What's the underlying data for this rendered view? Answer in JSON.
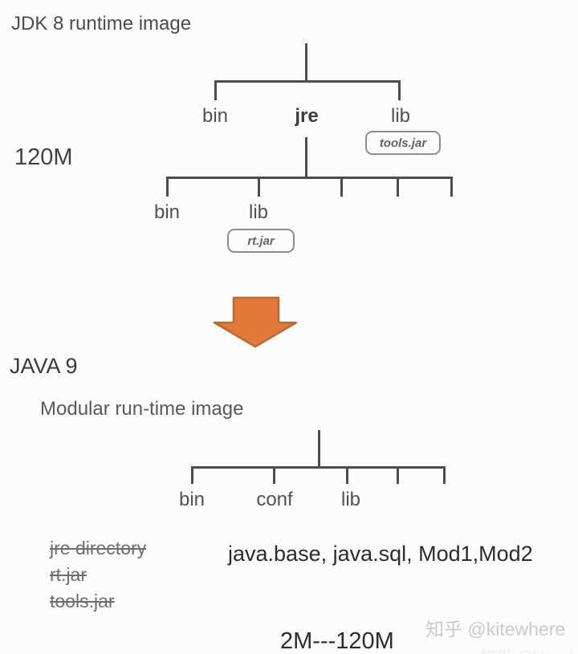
{
  "jdk8": {
    "title": "JDK 8 runtime image",
    "size_label": "120M",
    "level1_labels": [
      "bin",
      "jre",
      "lib"
    ],
    "tools_jar_badge": "tools.jar",
    "level2_labels": [
      "bin",
      "lib"
    ],
    "rt_jar_badge": "rt.jar"
  },
  "java9": {
    "title": "JAVA 9",
    "subtitle": "Modular run-time image",
    "node_labels": [
      "bin",
      "conf",
      "lib"
    ],
    "removed_items": [
      "jre directory",
      "rt.jar",
      "tools.jar"
    ],
    "modules_text": "java.base, java.sql, Mod1,Mod2",
    "size_text": "2M---120M"
  },
  "colors": {
    "tree_line": "#4d4d4d",
    "arrow_fill": "#e2793a",
    "arrow_border": "#b96b35",
    "watermark": "#cbcbcb"
  },
  "watermark": {
    "text": "知乎 @kitewhere"
  }
}
